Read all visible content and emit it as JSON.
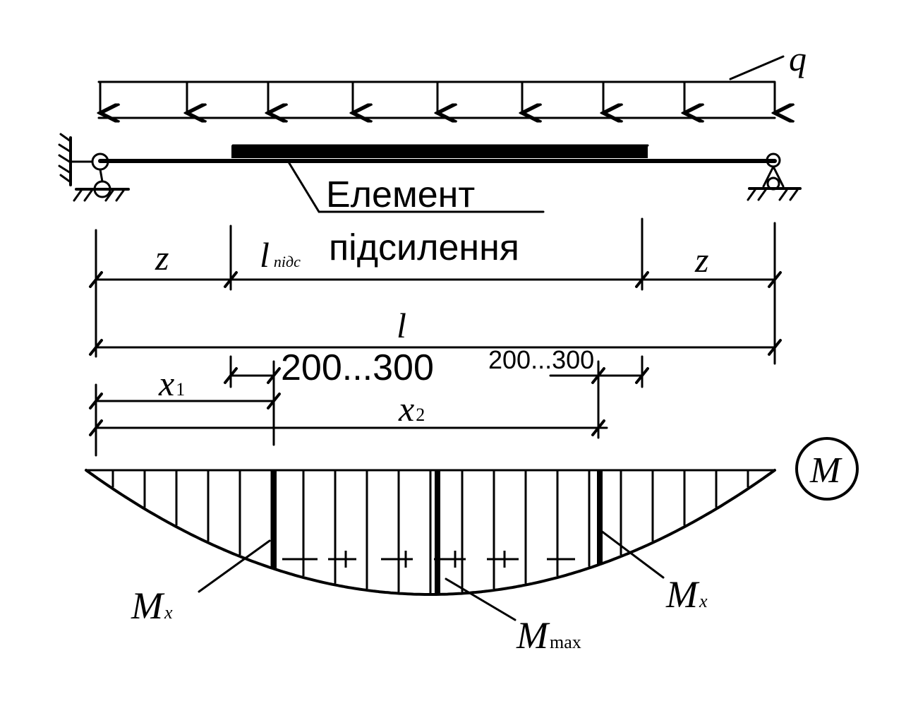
{
  "labels": {
    "q": "q",
    "element_line1": "Елемент",
    "element_line2": "підсилення",
    "z_left": "z",
    "z_right": "z",
    "l_podc": "l",
    "l_podc_sub": "підс",
    "l_total": "l",
    "dim_left": "200...300",
    "dim_right": "200...300",
    "x1": "x",
    "x1_sub": "1",
    "x2": "x",
    "x2_sub": "2",
    "moment_symbol": "M",
    "mx_left": "M",
    "mx_left_sub": "x",
    "mx_right": "M",
    "mx_right_sub": "x",
    "mmax": "M",
    "mmax_sub": "max"
  }
}
